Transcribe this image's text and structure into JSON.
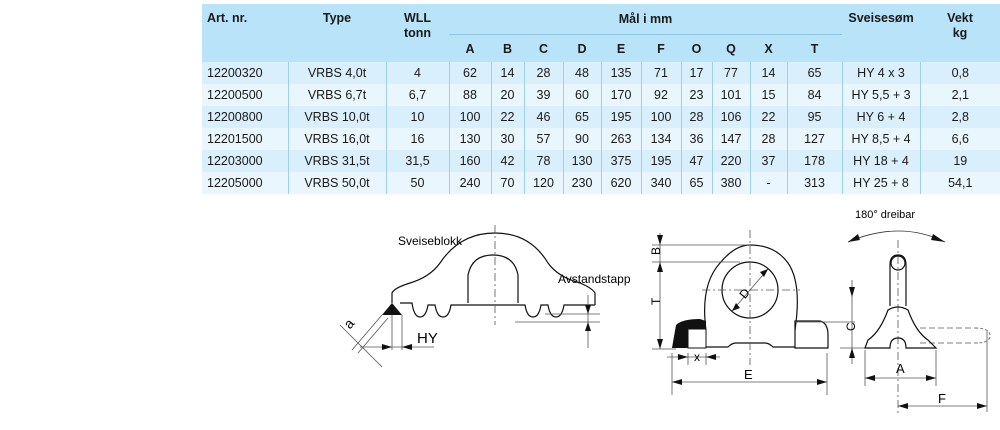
{
  "table": {
    "headers": {
      "art_nr": "Art. nr.",
      "type": "Type",
      "wll_line1": "WLL",
      "wll_line2": "tonn",
      "group": "Mål i mm",
      "dims": [
        "A",
        "B",
        "C",
        "D",
        "E",
        "F",
        "O",
        "Q",
        "X",
        "T"
      ],
      "weld": "Sveisesøm",
      "weight_line1": "Vekt",
      "weight_line2": "kg"
    },
    "rows": [
      {
        "art_nr": "12200320",
        "type": "VRBS 4,0t",
        "wll": "4",
        "dims": [
          "62",
          "14",
          "28",
          "48",
          "135",
          "71",
          "17",
          "77",
          "14",
          "65"
        ],
        "weld": "HY 4 x 3",
        "weight": "0,8"
      },
      {
        "art_nr": "12200500",
        "type": "VRBS 6,7t",
        "wll": "6,7",
        "dims": [
          "88",
          "20",
          "39",
          "60",
          "170",
          "92",
          "23",
          "101",
          "15",
          "84"
        ],
        "weld": "HY 5,5 + 3",
        "weight": "2,1"
      },
      {
        "art_nr": "12200800",
        "type": "VRBS 10,0t",
        "wll": "10",
        "dims": [
          "100",
          "22",
          "46",
          "65",
          "195",
          "100",
          "28",
          "106",
          "22",
          "95"
        ],
        "weld": "HY 6 + 4",
        "weight": "2,8"
      },
      {
        "art_nr": "12201500",
        "type": "VRBS 16,0t",
        "wll": "16",
        "dims": [
          "130",
          "30",
          "57",
          "90",
          "263",
          "134",
          "36",
          "147",
          "28",
          "127"
        ],
        "weld": "HY 8,5 + 4",
        "weight": "6,6"
      },
      {
        "art_nr": "12203000",
        "type": "VRBS 31,5t",
        "wll": "31,5",
        "dims": [
          "160",
          "42",
          "78",
          "130",
          "375",
          "195",
          "47",
          "220",
          "37",
          "178"
        ],
        "weld": "HY 18 + 4",
        "weight": "19"
      },
      {
        "art_nr": "12205000",
        "type": "VRBS 50,0t",
        "wll": "50",
        "dims": [
          "240",
          "70",
          "120",
          "230",
          "620",
          "340",
          "65",
          "380",
          "-",
          "313"
        ],
        "weld": "HY 25 + 8",
        "weight": "54,1"
      }
    ]
  },
  "diagrams": {
    "weld_detail": {
      "label_block": "Sveiseblokk",
      "label_spacer": "Avstandstapp",
      "label_hy": "HY",
      "label_a": "a"
    },
    "front_view": {
      "label_b": "B",
      "label_t": "T",
      "label_d": "D",
      "label_x": "x",
      "label_e": "E",
      "label_c": "C"
    },
    "side_view": {
      "rotation_label": "180° dreibar",
      "label_a": "A",
      "label_f": "F"
    }
  }
}
